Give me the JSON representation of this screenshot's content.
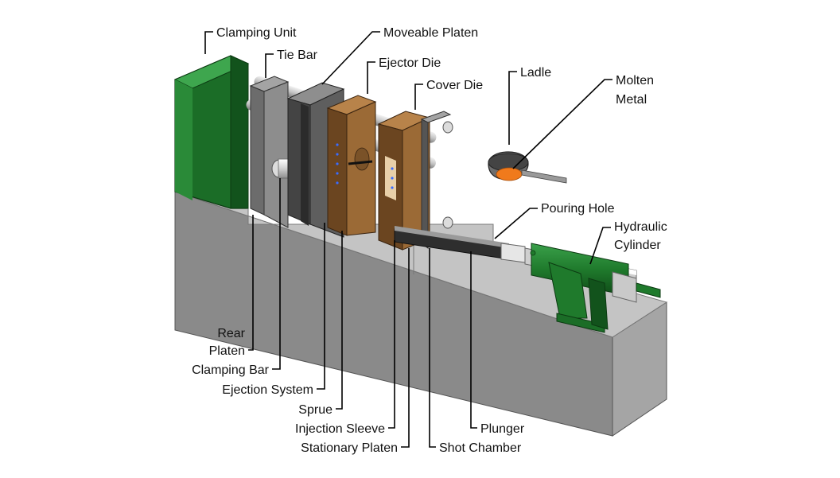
{
  "colors": {
    "base_front": "#8a8a8a",
    "base_top": "#bcbcbc",
    "base_side": "#a7a7a7",
    "clamp_green": "#1f7a2c",
    "clamp_green_dark": "#14511d",
    "platen_gray": "#7a7a7a",
    "platen_dark": "#3c3c3c",
    "die_brown": "#9b6a36",
    "die_brown_dark": "#6b4520",
    "molten": "#f07a1c",
    "bar": "#c9c9c9"
  },
  "labels": {
    "clamping_unit": "Clamping Unit",
    "tie_bar": "Tie Bar",
    "moveable_platen": "Moveable Platen",
    "ejector_die": "Ejector Die",
    "cover_die": "Cover Die",
    "ladle": "Ladle",
    "molten_metal_1": "Molten",
    "molten_metal_2": "Metal",
    "pouring_hole": "Pouring Hole",
    "hydraulic_cylinder_1": "Hydraulic",
    "hydraulic_cylinder_2": "Cylinder",
    "rear_platen_1": "Rear",
    "rear_platen_2": "Platen",
    "clamping_bar": "Clamping Bar",
    "ejection_system": "Ejection System",
    "sprue": "Sprue",
    "injection_sleeve": "Injection Sleeve",
    "stationary_platen": "Stationary Platen",
    "plunger": "Plunger",
    "shot_chamber": "Shot Chamber"
  }
}
